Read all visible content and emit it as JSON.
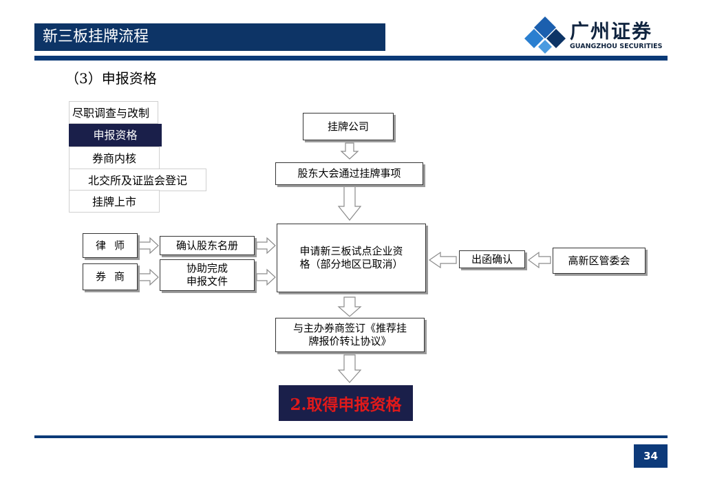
{
  "header": {
    "title": "新三板挂牌流程"
  },
  "logo": {
    "name_cn": "广州证券",
    "name_en": "GUANGZHOU SECURITIES"
  },
  "subtitle": "（3）申报资格",
  "steps": [
    {
      "label": "尽职调查与改制"
    },
    {
      "label": "申报资格",
      "active": true
    },
    {
      "label": "券商内核"
    },
    {
      "label": "北交所及证监会登记"
    },
    {
      "label": "挂牌上市"
    }
  ],
  "flow": {
    "company": "挂牌公司",
    "shareholders_meeting": "股东大会通过挂牌事项",
    "lawyer": "律师",
    "broker": "券商",
    "confirm_roster": "确认股东名册",
    "assist_line1": "协助完成",
    "assist_line2": "申报文件",
    "apply_line1": "申请新三板试点企业资",
    "apply_line2": "格（部分地区已取消）",
    "letter_confirm": "出函确认",
    "hitech_committee": "高新区管委会",
    "sign_line1": "与主办券商签订《推荐挂",
    "sign_line2": "牌报价转让协议》",
    "result": "2.取得申报资格"
  },
  "colors": {
    "navy": "#0d3466",
    "dark_navy": "#1a1f4a",
    "accent_red": "#e11a1a",
    "logo_blue": "#1b5fae"
  },
  "page_number": "34"
}
